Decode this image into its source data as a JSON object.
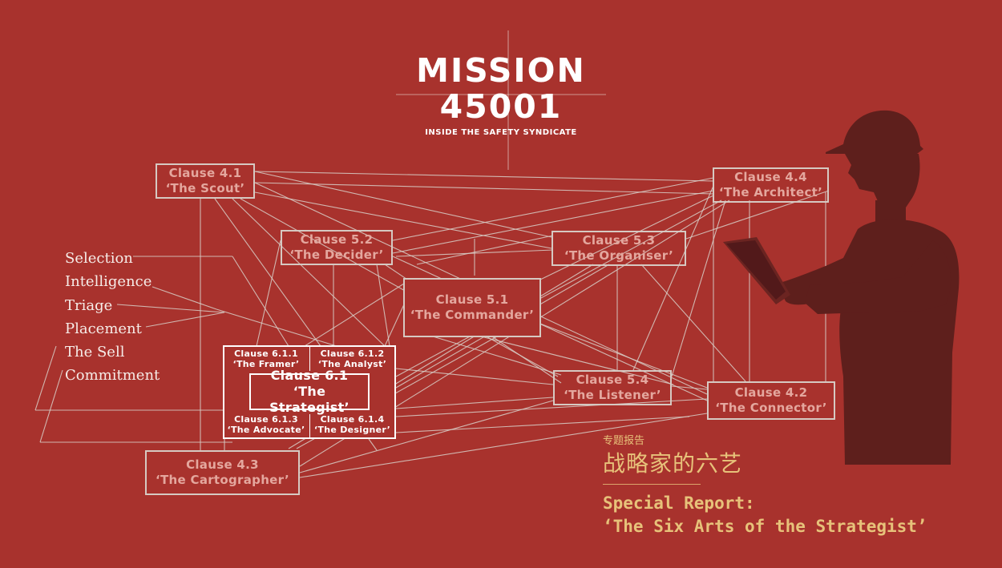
{
  "title": {
    "line1": "MISSION",
    "line2": "45001",
    "subtitle": "INSIDE THE SAFETY SYNDICATE"
  },
  "nodes": {
    "c41": {
      "clause": "Clause 4.1",
      "role": "‘The Scout’"
    },
    "c44": {
      "clause": "Clause 4.4",
      "role": "‘The Architect’"
    },
    "c52": {
      "clause": "Clause 5.2",
      "role": "‘The Decider’"
    },
    "c53": {
      "clause": "Clause 5.3",
      "role": "‘The Organiser’"
    },
    "c51": {
      "clause": "Clause 5.1",
      "role": "‘The Commander’"
    },
    "c54": {
      "clause": "Clause 5.4",
      "role": "‘The Listener’"
    },
    "c42": {
      "clause": "Clause 4.2",
      "role": "‘The Connector’"
    },
    "c43": {
      "clause": "Clause 4.3",
      "role": "‘The Cartographer’"
    },
    "c61": {
      "clause": "Clause 6.1",
      "role": "‘The Strategist’"
    },
    "c611": {
      "clause": "Clause 6.1.1",
      "role": "‘The Framer’"
    },
    "c612": {
      "clause": "Clause 6.1.2",
      "role": "‘The Analyst’"
    },
    "c613": {
      "clause": "Clause 6.1.3",
      "role": "‘The Advocate’"
    },
    "c614": {
      "clause": "Clause 6.1.4",
      "role": "‘The Designer’"
    }
  },
  "arts": [
    "Selection",
    "Intelligence",
    "Triage",
    "Placement",
    "The Sell",
    "Commitment"
  ],
  "report": {
    "cn_small": "专题报告",
    "cn_title": "战略家的六艺",
    "en_line1": "Special Report:",
    "en_line2": "‘The Six Arts of the Strategist’"
  },
  "colors": {
    "background": "#a8322d",
    "silhouette": "#5e1f1c",
    "accent_gold": "#e7c27a",
    "box_text": "#e4a79e"
  },
  "icons": [
    "worker-silhouette-icon",
    "tablet-icon"
  ]
}
